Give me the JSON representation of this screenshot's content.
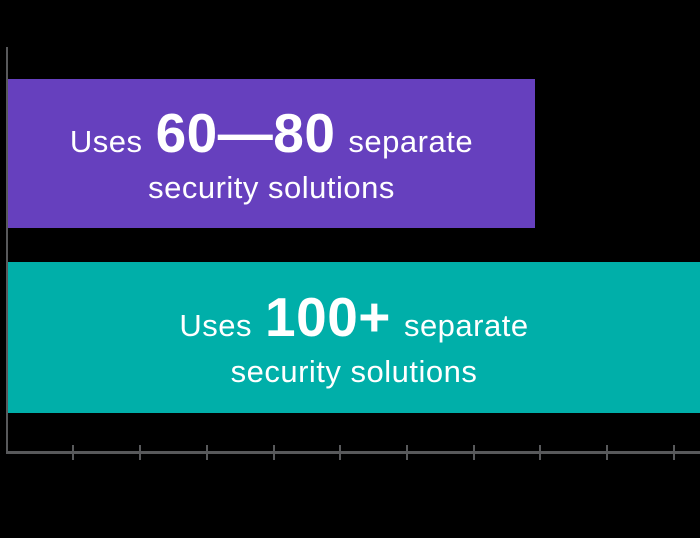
{
  "canvas": {
    "background": "#000000"
  },
  "colors": {
    "bar1": "#6640be",
    "bar2": "#00afa9",
    "axis": "#58595b",
    "bar_text": "#ffffff"
  },
  "chart_data": {
    "type": "bar",
    "orientation": "horizontal",
    "title": "",
    "xlabel": "",
    "ylabel": "",
    "categories": [
      "Uses 60—80 separate security solutions",
      "Uses 100+ separate security solutions"
    ],
    "values_in_tick_units": [
      7.9,
      10.4
    ],
    "axis": {
      "x_tick_count": 10,
      "x_tick_interval_units": 1,
      "x_tick_labels_visible": false,
      "y_category_labels_visible": false,
      "grid": false,
      "legend": "none",
      "note_layout": "value axis unlabeled; second bar runs to the right edge of the image"
    },
    "bars": [
      {
        "label_prefix": "Uses",
        "label_value": "60—80",
        "label_suffix": "separate",
        "label_line2": "security solutions",
        "color": "#6640be"
      },
      {
        "label_prefix": "Uses",
        "label_value": "100+",
        "label_suffix": "separate",
        "label_line2": "security solutions",
        "color": "#00afa9"
      }
    ]
  }
}
